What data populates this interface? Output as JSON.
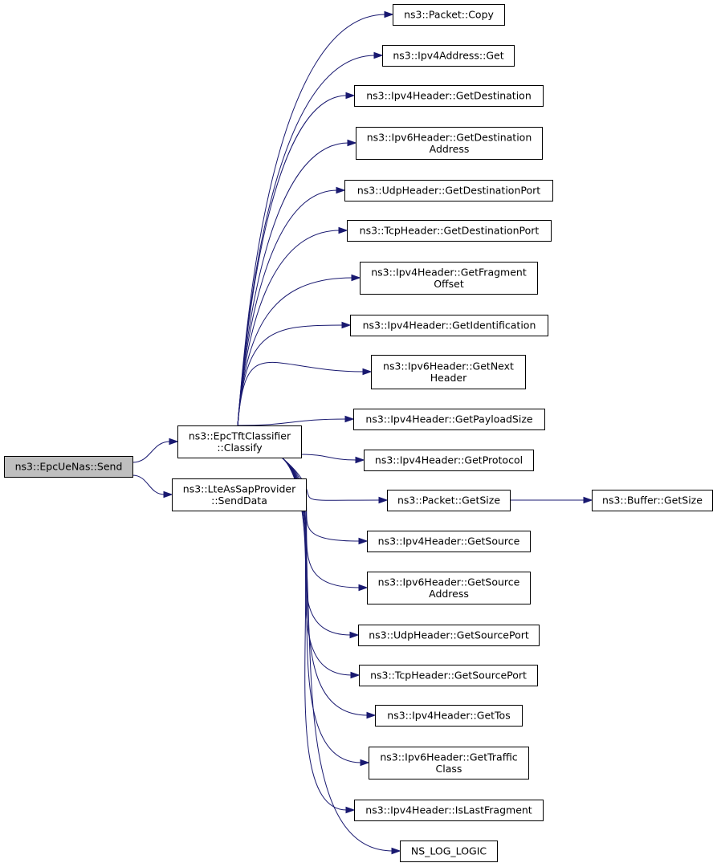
{
  "nodes": [
    {
      "id": "send",
      "lines": [
        "ns3::EpcUeNas::Send"
      ],
      "root": true
    },
    {
      "id": "classify",
      "lines": [
        "ns3::EpcTftClassifier",
        "::Classify"
      ]
    },
    {
      "id": "senddata",
      "lines": [
        "ns3::LteAsSapProvider",
        "::SendData"
      ]
    },
    {
      "id": "copy",
      "lines": [
        "ns3::Packet::Copy"
      ]
    },
    {
      "id": "ipv4get",
      "lines": [
        "ns3::Ipv4Address::Get"
      ]
    },
    {
      "id": "v4dest",
      "lines": [
        "ns3::Ipv4Header::GetDestination"
      ]
    },
    {
      "id": "v6dest",
      "lines": [
        "ns3::Ipv6Header::GetDestination",
        "Address"
      ]
    },
    {
      "id": "udpdport",
      "lines": [
        "ns3::UdpHeader::GetDestinationPort"
      ]
    },
    {
      "id": "tcpdport",
      "lines": [
        "ns3::TcpHeader::GetDestinationPort"
      ]
    },
    {
      "id": "fragoff",
      "lines": [
        "ns3::Ipv4Header::GetFragment",
        "Offset"
      ]
    },
    {
      "id": "ident",
      "lines": [
        "ns3::Ipv4Header::GetIdentification"
      ]
    },
    {
      "id": "v6next",
      "lines": [
        "ns3::Ipv6Header::GetNext",
        "Header"
      ]
    },
    {
      "id": "paysize",
      "lines": [
        "ns3::Ipv4Header::GetPayloadSize"
      ]
    },
    {
      "id": "proto",
      "lines": [
        "ns3::Ipv4Header::GetProtocol"
      ]
    },
    {
      "id": "pktsize",
      "lines": [
        "ns3::Packet::GetSize"
      ]
    },
    {
      "id": "bufsize",
      "lines": [
        "ns3::Buffer::GetSize"
      ]
    },
    {
      "id": "v4src",
      "lines": [
        "ns3::Ipv4Header::GetSource"
      ]
    },
    {
      "id": "v6src",
      "lines": [
        "ns3::Ipv6Header::GetSource",
        "Address"
      ]
    },
    {
      "id": "udpsport",
      "lines": [
        "ns3::UdpHeader::GetSourcePort"
      ]
    },
    {
      "id": "tcpsport",
      "lines": [
        "ns3::TcpHeader::GetSourcePort"
      ]
    },
    {
      "id": "tos",
      "lines": [
        "ns3::Ipv4Header::GetTos"
      ]
    },
    {
      "id": "traffic",
      "lines": [
        "ns3::Ipv6Header::GetTraffic",
        "Class"
      ]
    },
    {
      "id": "lastfrag",
      "lines": [
        "ns3::Ipv4Header::IsLastFragment"
      ]
    },
    {
      "id": "nslog",
      "lines": [
        "NS_LOG_LOGIC"
      ]
    }
  ],
  "edges": [
    {
      "from": "send",
      "to": "classify"
    },
    {
      "from": "send",
      "to": "senddata"
    },
    {
      "from": "classify",
      "to": "copy"
    },
    {
      "from": "classify",
      "to": "ipv4get"
    },
    {
      "from": "classify",
      "to": "v4dest"
    },
    {
      "from": "classify",
      "to": "v6dest"
    },
    {
      "from": "classify",
      "to": "udpdport"
    },
    {
      "from": "classify",
      "to": "tcpdport"
    },
    {
      "from": "classify",
      "to": "fragoff"
    },
    {
      "from": "classify",
      "to": "ident"
    },
    {
      "from": "classify",
      "to": "v6next"
    },
    {
      "from": "classify",
      "to": "paysize"
    },
    {
      "from": "classify",
      "to": "proto"
    },
    {
      "from": "classify",
      "to": "pktsize"
    },
    {
      "from": "classify",
      "to": "v4src"
    },
    {
      "from": "classify",
      "to": "v6src"
    },
    {
      "from": "classify",
      "to": "udpsport"
    },
    {
      "from": "classify",
      "to": "tcpsport"
    },
    {
      "from": "classify",
      "to": "tos"
    },
    {
      "from": "classify",
      "to": "traffic"
    },
    {
      "from": "classify",
      "to": "lastfrag"
    },
    {
      "from": "classify",
      "to": "nslog"
    },
    {
      "from": "pktsize",
      "to": "bufsize"
    }
  ],
  "colors": {
    "edge": "#191970",
    "root_fill": "#bfbfbf",
    "node_fill": "#ffffff",
    "border": "#000000"
  }
}
